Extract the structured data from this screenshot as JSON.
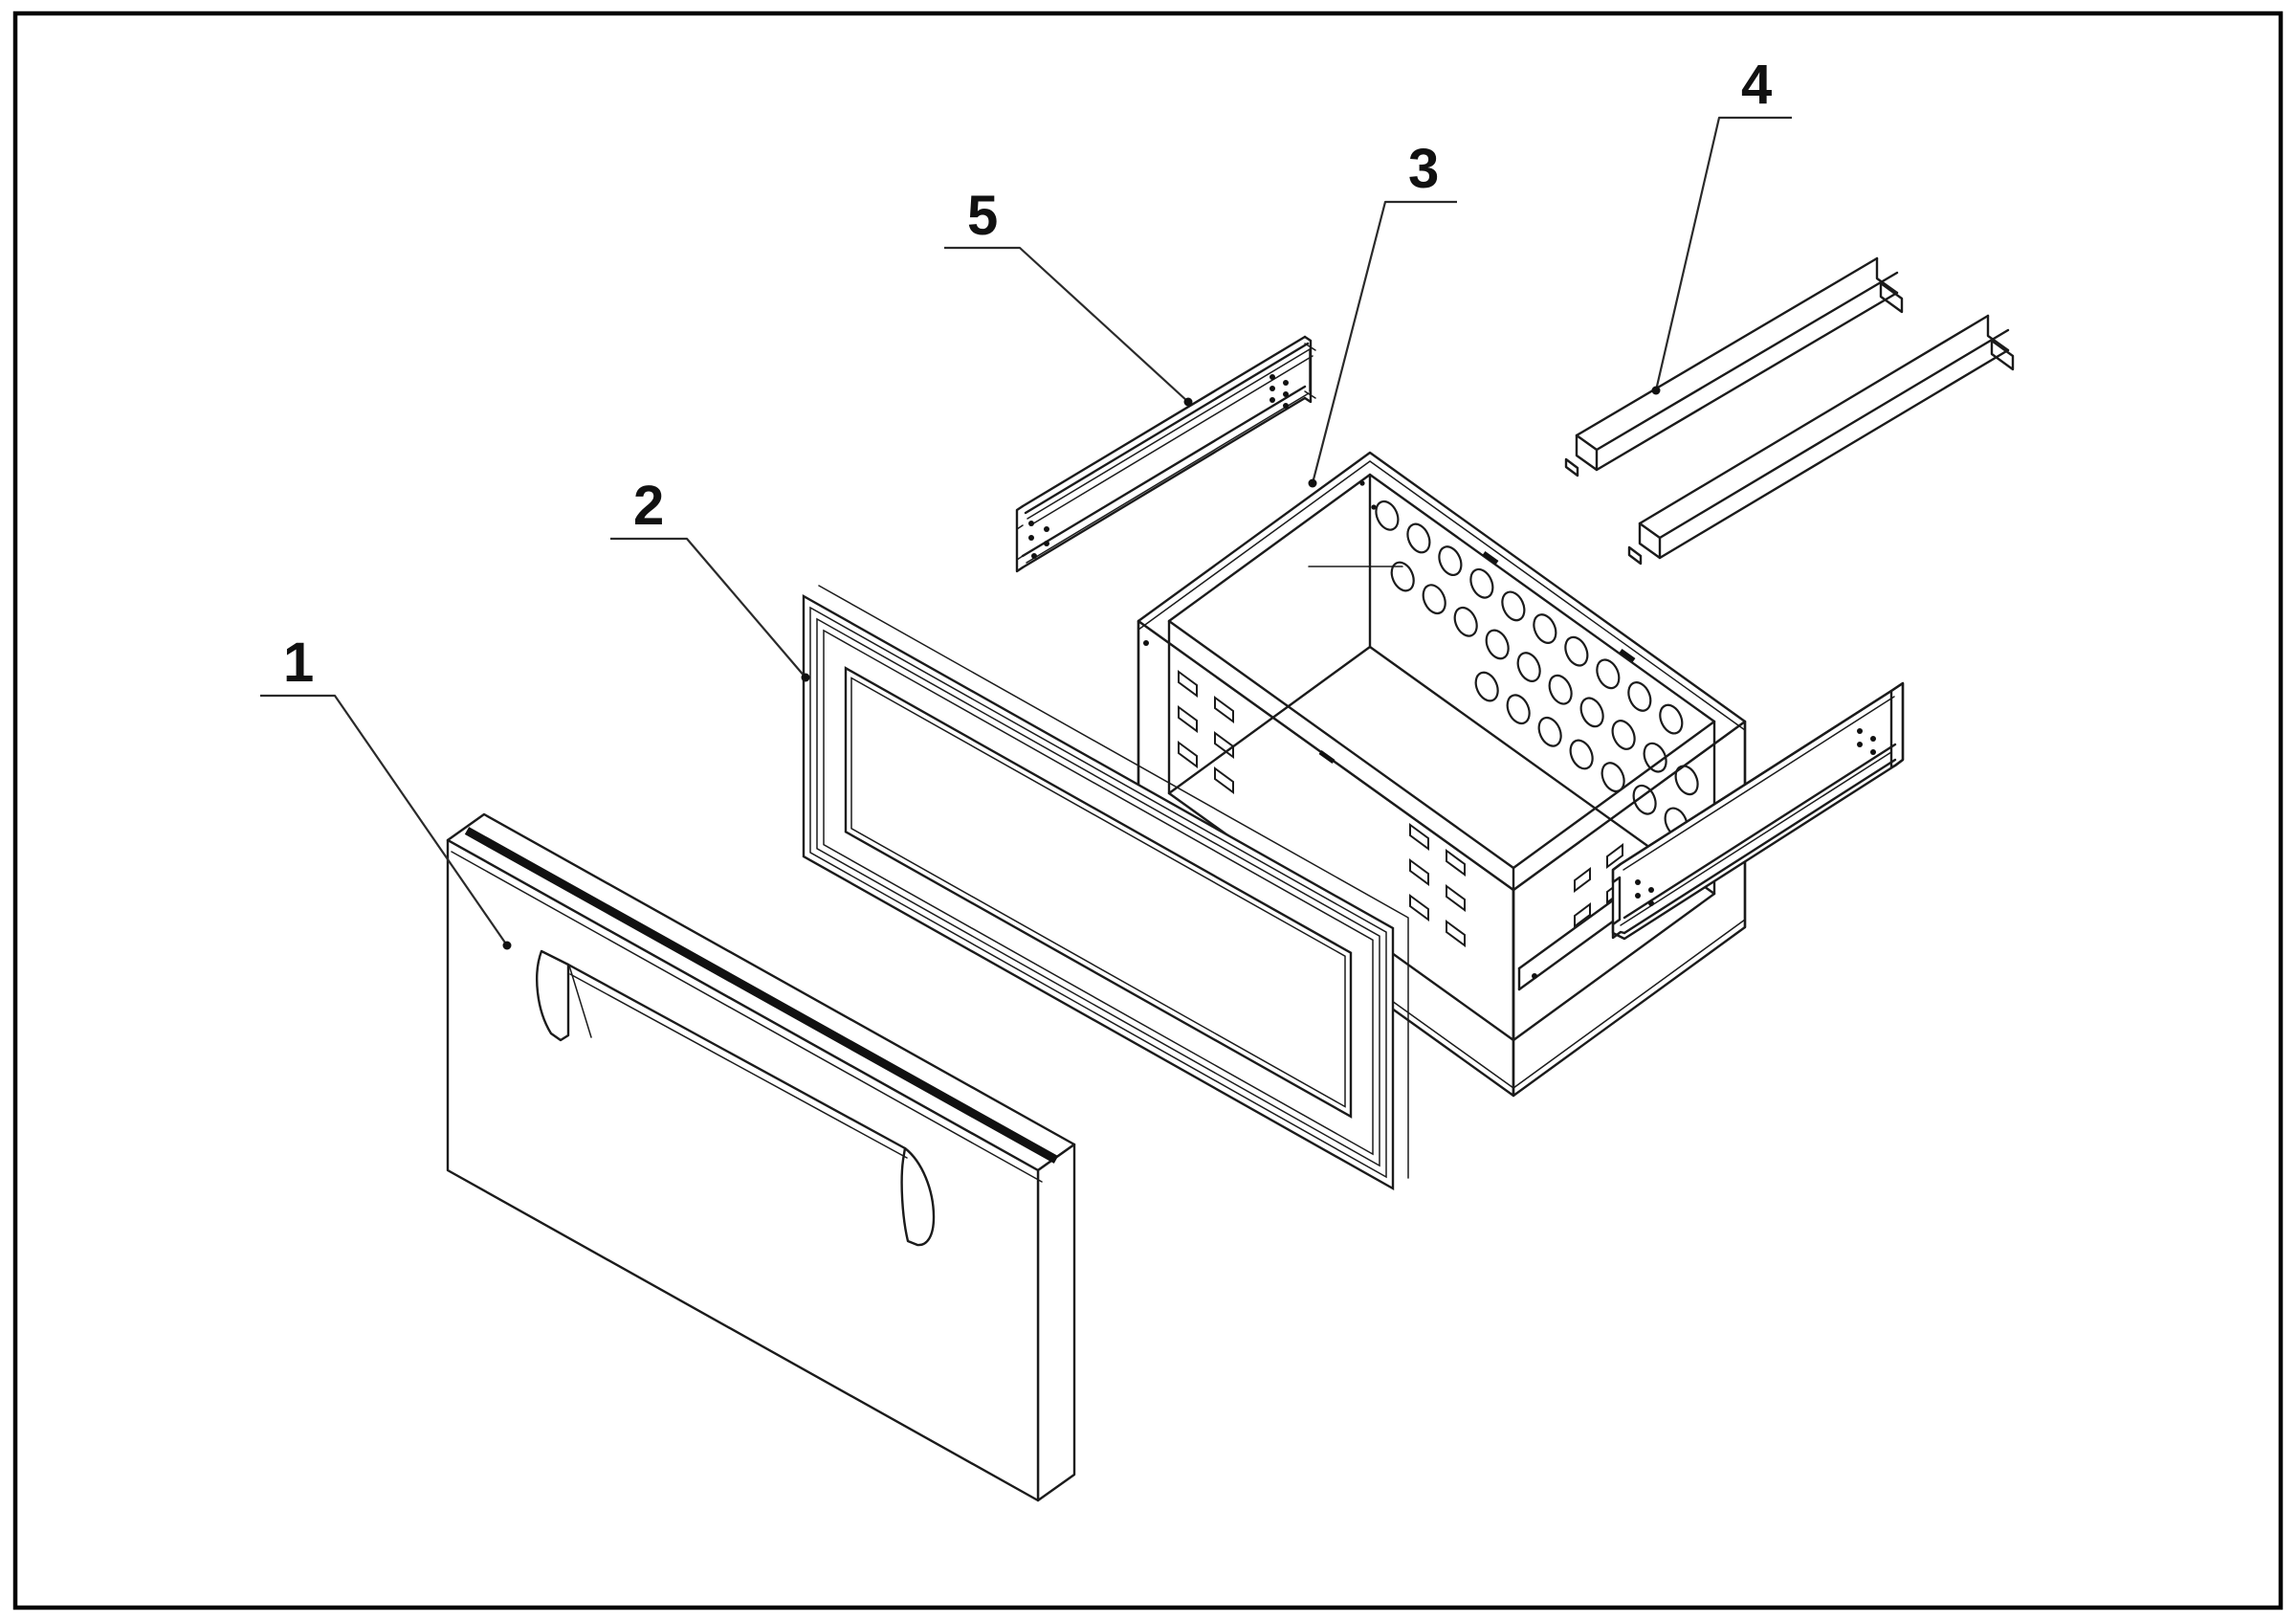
{
  "diagram": {
    "kind": "exploded-assembly-technical-drawing",
    "background_color": "#ffffff",
    "line_color": "#1b1b1b",
    "border_color": "#000000",
    "callouts": [
      {
        "label": "1",
        "part": "front-door-panel"
      },
      {
        "label": "2",
        "part": "door-gasket-frame"
      },
      {
        "label": "3",
        "part": "drawer-basket"
      },
      {
        "label": "4",
        "part": "support-bars"
      },
      {
        "label": "5",
        "part": "slide-rail"
      }
    ]
  }
}
